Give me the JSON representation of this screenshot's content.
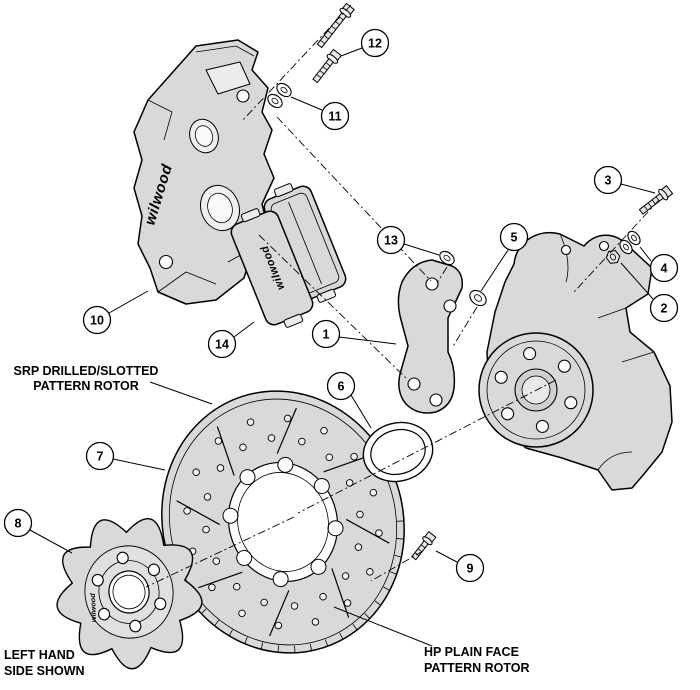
{
  "diagram": {
    "brand": "wilwood",
    "callouts": [
      {
        "num": "1"
      },
      {
        "num": "2"
      },
      {
        "num": "3"
      },
      {
        "num": "4"
      },
      {
        "num": "5"
      },
      {
        "num": "6"
      },
      {
        "num": "7"
      },
      {
        "num": "8"
      },
      {
        "num": "9"
      },
      {
        "num": "10"
      },
      {
        "num": "11"
      },
      {
        "num": "12"
      },
      {
        "num": "13"
      },
      {
        "num": "14"
      }
    ],
    "labels": {
      "srp_line1": "SRP DRILLED/SLOTTED",
      "srp_line2": "PATTERN ROTOR",
      "left_line1": "LEFT HAND",
      "left_line2": "SIDE SHOWN",
      "hp_line1": "HP PLAIN FACE",
      "hp_line2": "PATTERN ROTOR"
    },
    "colors": {
      "background": "#ffffff",
      "line": "#000000",
      "part_fill": "#d9d9d9",
      "part_fill_light": "#ececec"
    }
  }
}
